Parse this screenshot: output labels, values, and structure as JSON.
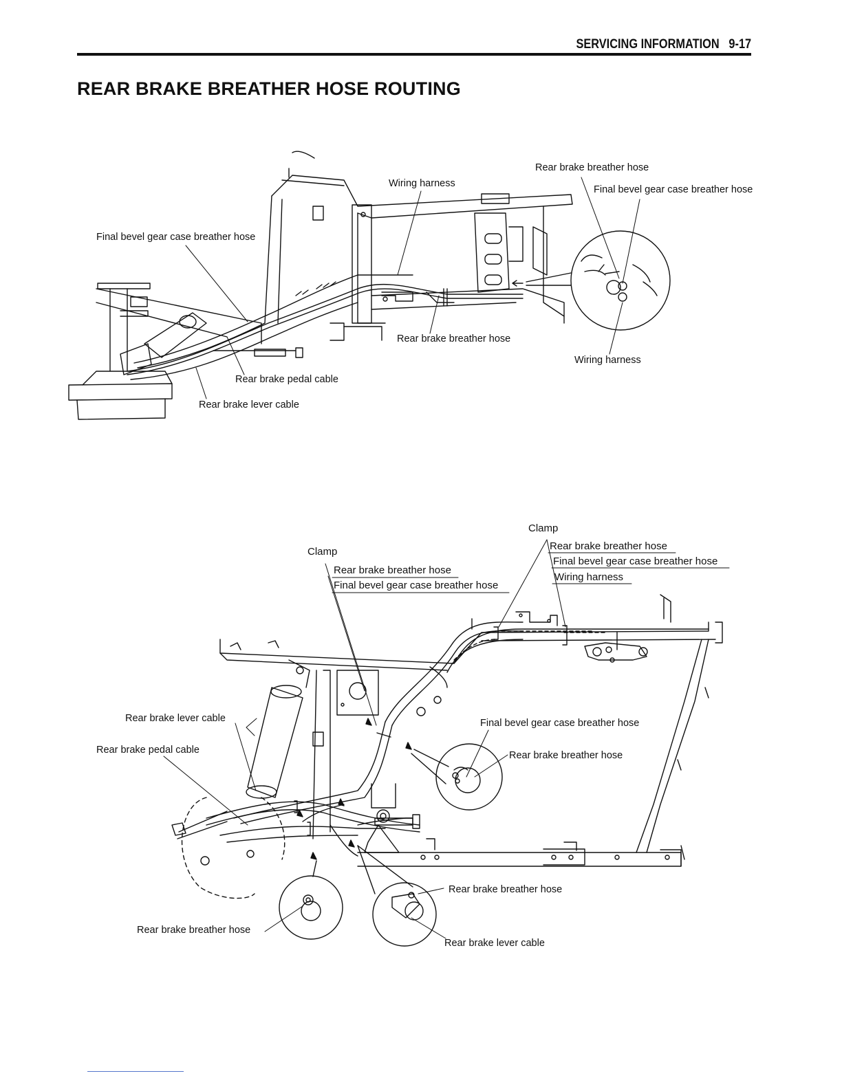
{
  "header": {
    "section": "SERVICING INFORMATION",
    "page_number": "9-17"
  },
  "title": "REAR BRAKE BREATHER HOSE ROUTING",
  "figure_top": {
    "labels": {
      "rear_brake_breather_hose_top": "Rear brake breather hose",
      "wiring_harness_top": "Wiring harness",
      "final_bevel_right": "Final bevel gear case breather hose",
      "final_bevel_left": "Final bevel gear case breather hose",
      "rear_brake_breather_hose_mid": "Rear brake breather hose",
      "wiring_harness_bottom": "Wiring harness",
      "rear_brake_pedal_cable": "Rear brake pedal cable",
      "rear_brake_lever_cable": "Rear brake lever cable"
    }
  },
  "figure_bottom": {
    "labels": {
      "clamp_right": "Clamp",
      "clamp_left": "Clamp",
      "right_rear_brake_breather_hose": "Rear brake breather hose",
      "right_final_bevel": "Final bevel gear case breather hose",
      "right_wiring_harness": "Wiring harness",
      "left_rear_brake_breather_hose": "Rear brake breather hose",
      "left_final_bevel": "Final bevel gear case breather hose",
      "rear_brake_lever_cable": "Rear brake lever cable",
      "rear_brake_pedal_cable": "Rear brake pedal cable",
      "detail_final_bevel": "Final bevel gear case breather hose",
      "detail_rear_brake_breather_hose": "Rear brake breather hose",
      "detail2_rear_brake_breather_hose": "Rear brake breather hose",
      "detail1_rear_brake_breather_hose": "Rear brake breather hose",
      "detail2_rear_brake_lever_cable": "Rear brake lever cable"
    }
  }
}
